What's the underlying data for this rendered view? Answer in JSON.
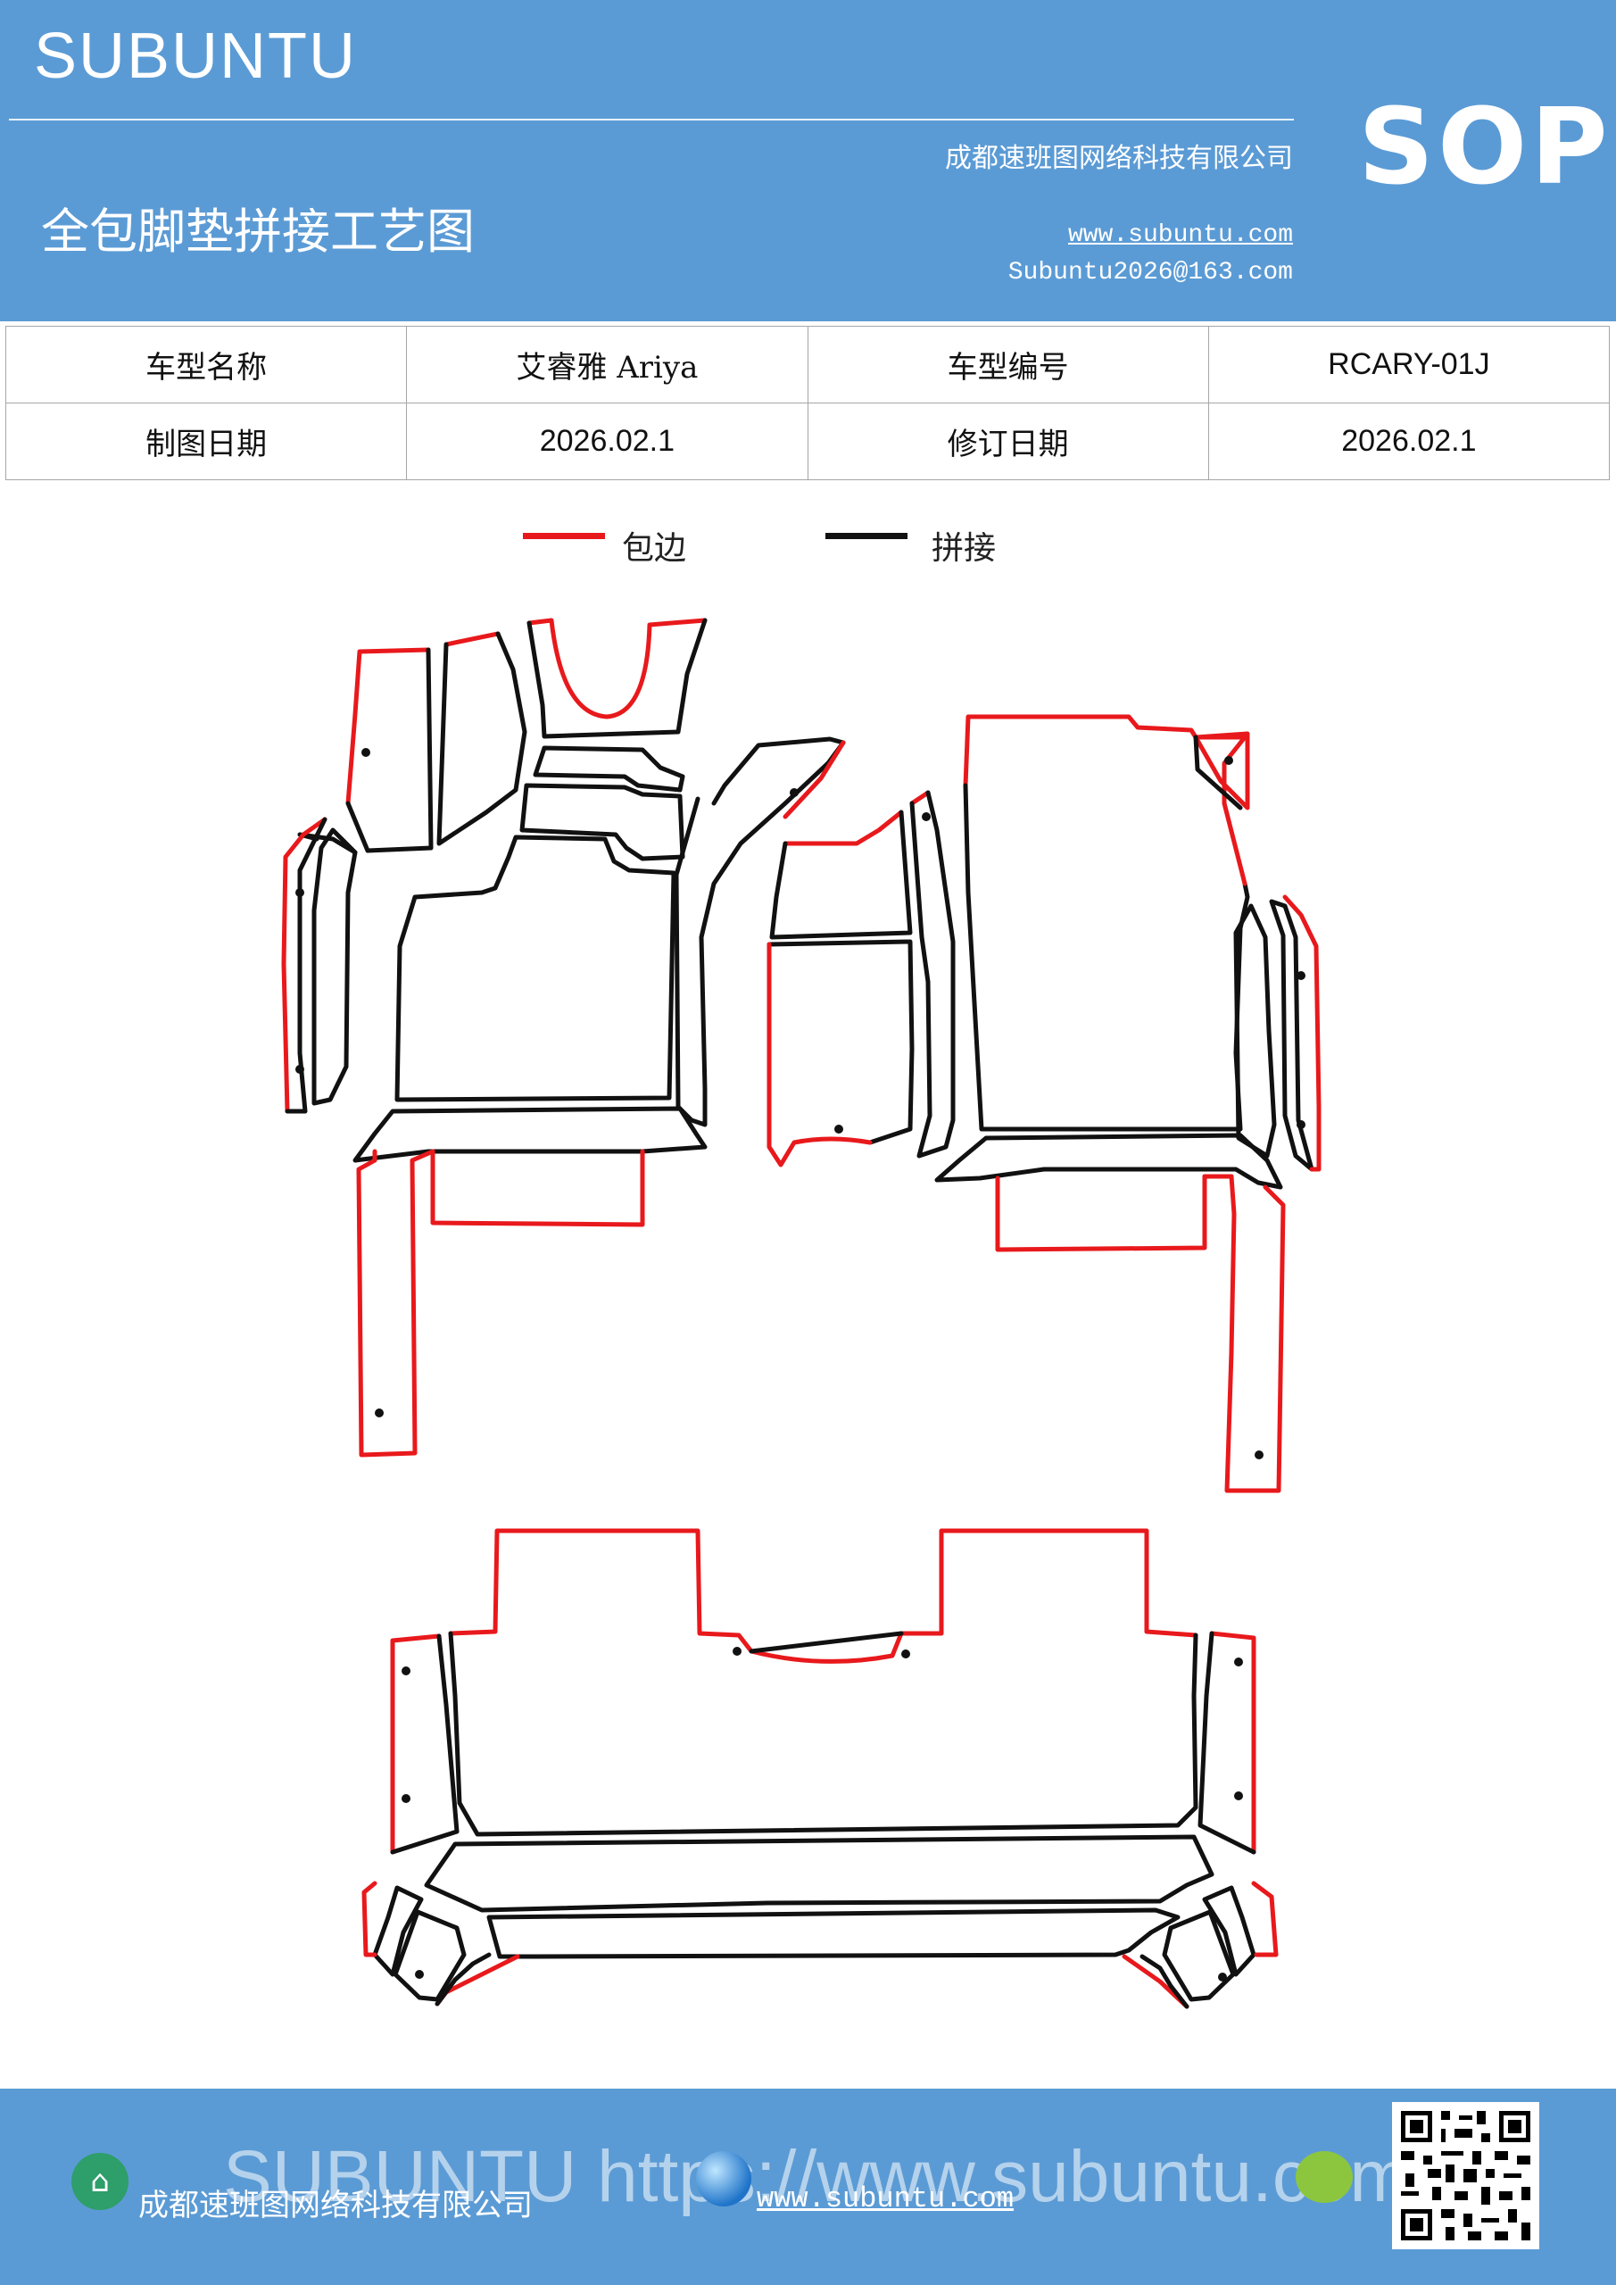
{
  "header": {
    "brand": "SUBUNTU",
    "company": "成都速班图网络科技有限公司",
    "sop": "SOP",
    "title": "全包脚垫拼接工艺图",
    "url": "www.subuntu.com",
    "email": "Subuntu2026@163.com",
    "bg_color": "#5b9bd5"
  },
  "info_table": {
    "rows": [
      [
        "车型名称",
        "艾睿雅 Ariya",
        "车型编号",
        "RCARY-01J"
      ],
      [
        "制图日期",
        "2026.02.1",
        "修订日期",
        "2026.02.1"
      ]
    ]
  },
  "legend": [
    {
      "label": "包边",
      "color": "#e8191c"
    },
    {
      "label": "拼接",
      "color": "#111111"
    }
  ],
  "footer": {
    "company": "成都速班图网络科技有限公司",
    "overlay": "SUBUNTU https://www.subuntu.com",
    "url": "www.subuntu.com",
    "icons": [
      "building-icon",
      "globe-icon",
      "wechat-icon",
      "qr-code"
    ]
  }
}
